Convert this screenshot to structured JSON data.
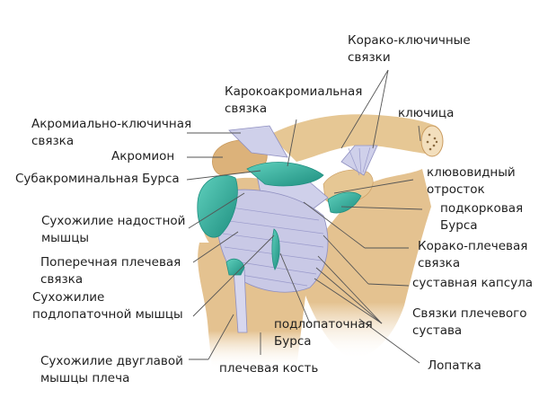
{
  "diagram": {
    "title": "Shoulder joint ligaments (anatomy)",
    "colors": {
      "bone": "#e2bf8a",
      "bone_shadow": "#c99a5e",
      "ligament": "#c9c9e6",
      "ligament_line": "#8f8fc0",
      "bursa": "#3db8a6",
      "bursa_dark": "#1f8f80",
      "leader_line": "#555555"
    },
    "labels": [
      {
        "id": "coracoclavicular",
        "text_lines": [
          "Корако-ключичные",
          "связки"
        ]
      },
      {
        "id": "coracoacromial",
        "text_lines": [
          "Карокоакромиальная",
          "связка"
        ]
      },
      {
        "id": "clavicle",
        "text_lines": [
          "ключица"
        ]
      },
      {
        "id": "acromioclavicular",
        "text_lines": [
          "Акромиально-ключичная",
          "связка"
        ]
      },
      {
        "id": "acromion",
        "text_lines": [
          "Акромион"
        ]
      },
      {
        "id": "subacromial-bursa",
        "text_lines": [
          "Субакроминальная Бурса"
        ]
      },
      {
        "id": "coracoid-process",
        "text_lines": [
          "клювовидный",
          "отросток"
        ]
      },
      {
        "id": "subcoracoid-bursa",
        "text_lines": [
          "подкорковая",
          "Бурса"
        ]
      },
      {
        "id": "supraspinatus-tendon",
        "text_lines": [
          "Сухожилие надостной",
          "мышцы"
        ]
      },
      {
        "id": "coracohumeral",
        "text_lines": [
          "Корако-плечевая",
          "связка"
        ]
      },
      {
        "id": "transverse-humeral",
        "text_lines": [
          "Поперечная плечевая",
          "связка"
        ]
      },
      {
        "id": "joint-capsule",
        "text_lines": [
          "суставная капсула"
        ]
      },
      {
        "id": "subscapularis-tendon",
        "text_lines": [
          "Сухожилие",
          "подлопаточной мышцы"
        ]
      },
      {
        "id": "glenohumeral-ligaments",
        "text_lines": [
          "Связки плечевого",
          "сустава"
        ]
      },
      {
        "id": "subscapular-bursa",
        "text_lines": [
          "подлопаточная",
          "Бурса"
        ]
      },
      {
        "id": "biceps-tendon",
        "text_lines": [
          "Сухожилие двуглавой",
          "мышцы плеча"
        ]
      },
      {
        "id": "scapula",
        "text_lines": [
          "Лопатка"
        ]
      },
      {
        "id": "humerus",
        "text_lines": [
          "плечевая кость"
        ]
      }
    ]
  }
}
